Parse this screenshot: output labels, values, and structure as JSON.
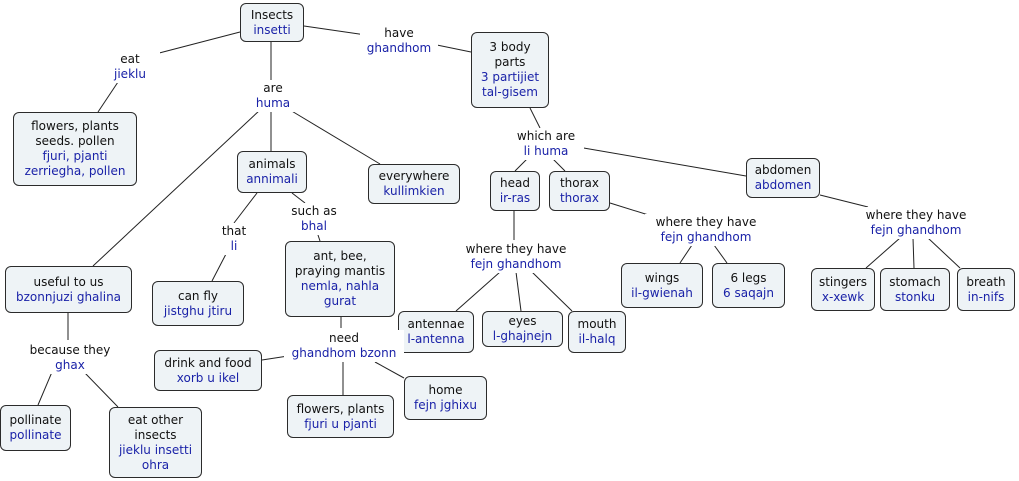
{
  "colors": {
    "english": "#111111",
    "maltese": "#1a22a8",
    "box_fill": "#eef3f6",
    "box_border": "#2b2b2b",
    "line": "#222222"
  },
  "nodes": {
    "insects": {
      "en": "Insects",
      "mt": "insetti"
    },
    "three_parts": {
      "en": "3 body\nparts",
      "mt": "3 partijiet\ntal-gisem"
    },
    "flowers_seeds": {
      "en": "flowers, plants\nseeds. pollen",
      "mt": "fjuri, pjanti\nzerriegha, pollen"
    },
    "animals": {
      "en": "animals",
      "mt": "annimali"
    },
    "everywhere": {
      "en": "everywhere",
      "mt": "kullimkien"
    },
    "head": {
      "en": "head",
      "mt": "ir-ras"
    },
    "thorax": {
      "en": "thorax",
      "mt": "thorax"
    },
    "abdomen": {
      "en": "abdomen",
      "mt": "abdomen"
    },
    "useful": {
      "en": "useful to us",
      "mt": "bzonnjuzi ghalina"
    },
    "can_fly": {
      "en": "can fly",
      "mt": "jistghu jtiru"
    },
    "ant_bee": {
      "en": "ant, bee,\npraying mantis",
      "mt": "nemla, nahla\ngurat"
    },
    "wings": {
      "en": "wings",
      "mt": "il-gwienah"
    },
    "six_legs": {
      "en": "6 legs",
      "mt": "6 saqajn"
    },
    "stingers": {
      "en": "stingers",
      "mt": "x-xewk"
    },
    "stomach": {
      "en": "stomach",
      "mt": "stonku"
    },
    "breath": {
      "en": "breath",
      "mt": "in-nifs"
    },
    "antennae": {
      "en": "antennae",
      "mt": "l-antenna"
    },
    "eyes": {
      "en": "eyes",
      "mt": "l-ghajnejn"
    },
    "mouth": {
      "en": "mouth",
      "mt": "il-halq"
    },
    "drink_food": {
      "en": "drink and food",
      "mt": "xorb u ikel"
    },
    "home": {
      "en": "home",
      "mt": "fejn jghixu"
    },
    "flowers_plants": {
      "en": "flowers, plants",
      "mt": "fjuri u pjanti"
    },
    "pollinate": {
      "en": "pollinate",
      "mt": "pollinate"
    },
    "eat_other": {
      "en": "eat other\ninsects",
      "mt": "jieklu insetti\nohra"
    }
  },
  "links": {
    "eat": {
      "en": "eat",
      "mt": "jieklu"
    },
    "have": {
      "en": "have",
      "mt": "ghandhom"
    },
    "are": {
      "en": "are",
      "mt": "huma"
    },
    "which_are": {
      "en": "which are",
      "mt": "li huma"
    },
    "that": {
      "en": "that",
      "mt": "li"
    },
    "such_as": {
      "en": "such as",
      "mt": "bhal"
    },
    "where_head": {
      "en": "where they have",
      "mt": "fejn ghandhom"
    },
    "where_thorax": {
      "en": "where they have",
      "mt": "fejn ghandhom"
    },
    "where_abdomen": {
      "en": "where they have",
      "mt": "fejn ghandhom"
    },
    "need": {
      "en": "need",
      "mt": "ghandhom bzonn"
    },
    "because": {
      "en": "because they",
      "mt": "ghax"
    }
  }
}
